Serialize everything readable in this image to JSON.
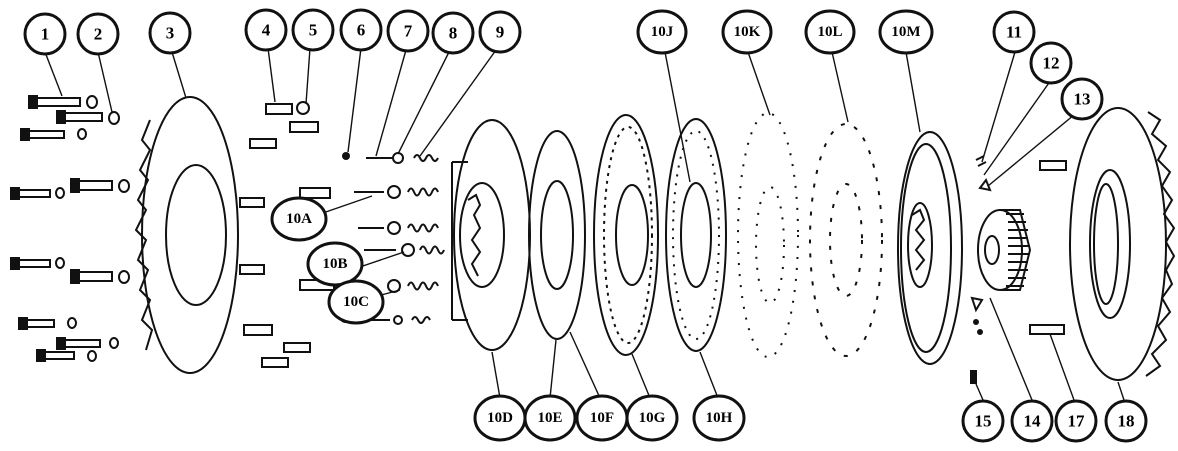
{
  "callouts": {
    "c1": "1",
    "c2": "2",
    "c3": "3",
    "c4": "4",
    "c5": "5",
    "c6": "6",
    "c7": "7",
    "c8": "8",
    "c9": "9",
    "c10J": "10J",
    "c10K": "10K",
    "c10L": "10L",
    "c10M": "10M",
    "c11": "11",
    "c12": "12",
    "c13": "13",
    "c10A": "10A",
    "c10B": "10B",
    "c10C": "10C",
    "c10D": "10D",
    "c10E": "10E",
    "c10F": "10F",
    "c10G": "10G",
    "c10H": "10H",
    "c15": "15",
    "c14": "14",
    "c17": "17",
    "c18": "18"
  },
  "ink_color": "#111111",
  "paper_color": "#ffffff"
}
